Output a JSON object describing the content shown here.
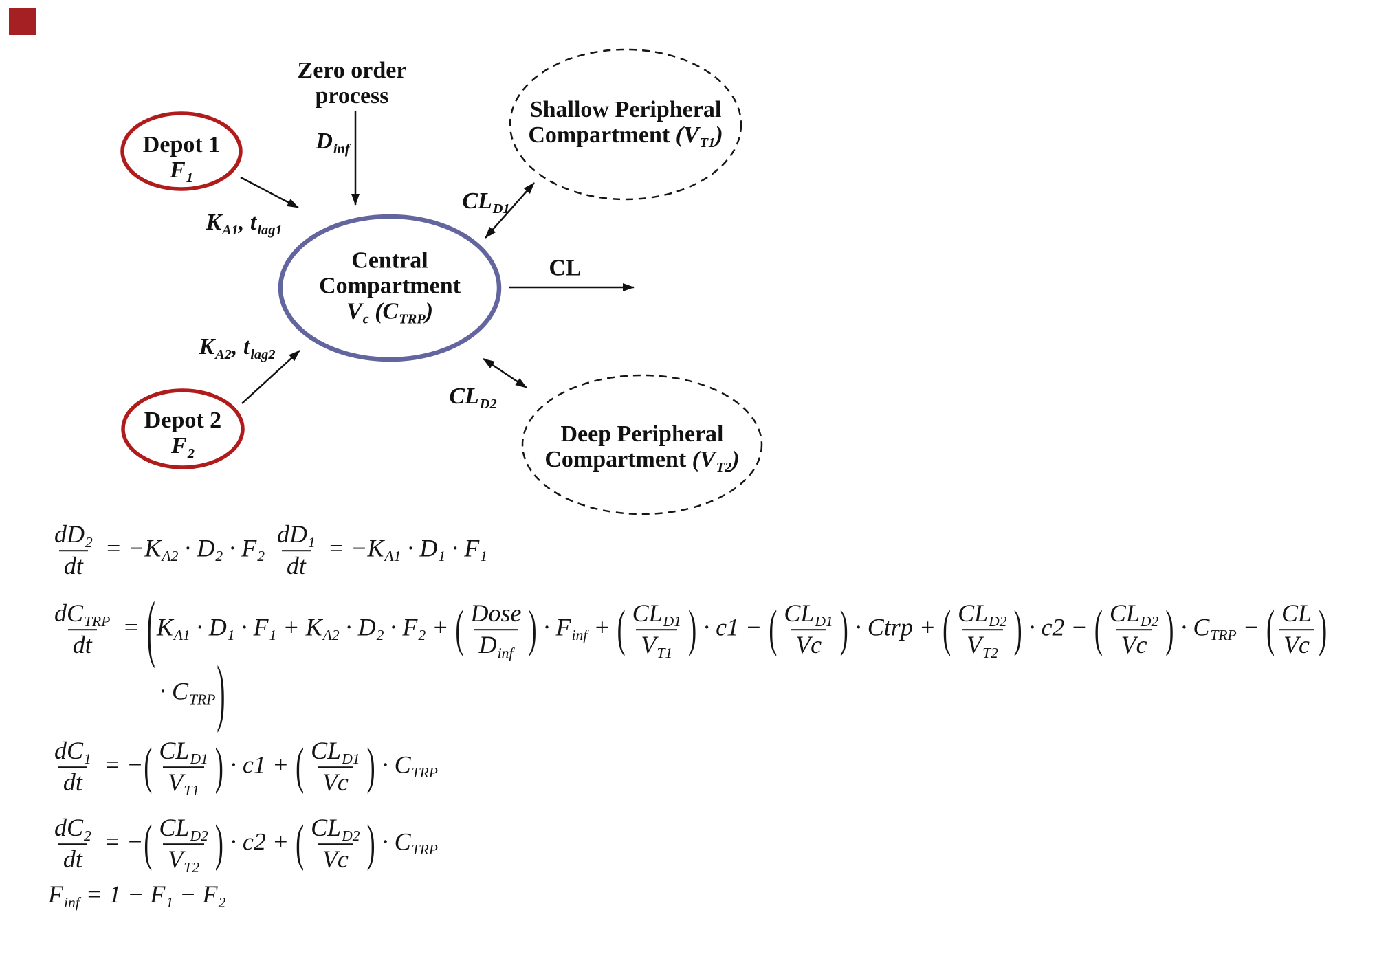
{
  "colors": {
    "depot_stroke": "#b01c1c",
    "central_stroke": "#63659e",
    "dashed_stroke": "#151515",
    "arrow": "#111111",
    "accent_square": "#a42022"
  },
  "diagram": {
    "zero_order": {
      "line1": "Zero order",
      "line2": "process"
    },
    "d_inf": "D⟨inf⟩",
    "depot1": {
      "title": "Depot 1",
      "sub": "F⟨1⟩"
    },
    "depot2": {
      "title": "Depot 2",
      "sub": "F⟨2⟩"
    },
    "central": {
      "line1": "Central",
      "line2": "Compartment",
      "line3": "V⟨c⟩ (C⟨TRP⟩)"
    },
    "shallow": {
      "line1": "Shallow Peripheral",
      "line2": "Compartment ⟦(V⟨T1⟩)⟧"
    },
    "deep": {
      "line1": "Deep Peripheral",
      "line2": "Compartment ⟦(V⟨T2⟩)⟧"
    },
    "labels": {
      "ka1": "K⟨A1⟩, t⟨lag1⟩",
      "ka2": "K⟨A2⟩, t⟨lag2⟩",
      "cld1": "CL⟨D1⟩",
      "cld2": "CL⟨D2⟩",
      "cl": "CL"
    }
  },
  "equations": {
    "eq1": "{dD⟨2⟩¦dt} = −K⟨A2⟩ · D⟨2⟩ · F⟨2⟩ {dD⟨1⟩¦dt} = −K⟨A1⟩ · D⟨1⟩ · F⟨1⟩",
    "eq2": "{dC⟨TRP⟩¦dt} = ❪K⟨A1⟩ · D⟨1⟩ · F⟨1⟩ + K⟨A2⟩ · D⟨2⟩ · F⟨2⟩ + ❨{Dose¦D⟨inf⟩}❩ · F⟨inf⟩ + ❨{CL⟨D1⟩¦V⟨T1⟩}❩ · c1 − ❨{CL⟨D1⟩¦Vc}❩ · Ctrp + ❨{CL⟨D2⟩¦V⟨T2⟩}❩ · c2 − ❨{CL⟨D2⟩¦Vc}❩ · C⟨TRP⟩ − ❨{CL¦Vc}❩",
    "eq2_cont": "· C⟨TRP⟩❫",
    "eq3": "{dC⟨1⟩¦dt} = −❨{CL⟨D1⟩¦V⟨T1⟩}❩ · c1 + ❨{CL⟨D1⟩¦Vc}❩ · C⟨TRP⟩",
    "eq4": "{dC⟨2⟩¦dt} = −❨{CL⟨D2⟩¦V⟨T2⟩}❩ · c2 + ❨{CL⟨D2⟩¦Vc}❩ · C⟨TRP⟩",
    "eq5": "F⟨inf⟩ = 1 − F⟨1⟩ − F⟨2⟩"
  }
}
